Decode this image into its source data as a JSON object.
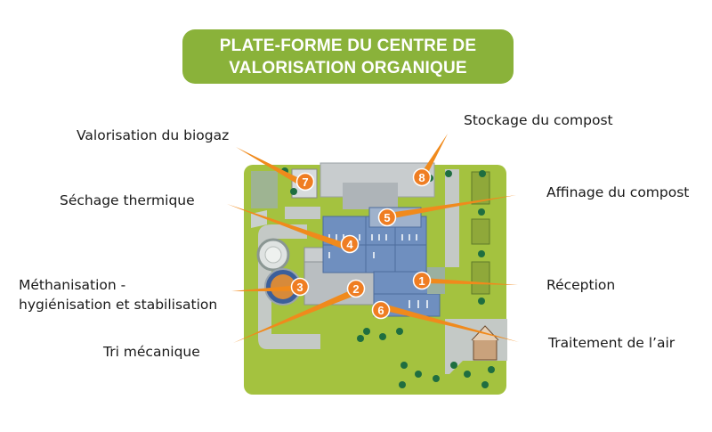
{
  "title": {
    "line1": "PLATE-FORME DU CENTRE DE",
    "line2": "VALORISATION ORGANIQUE"
  },
  "labels": {
    "biogaz": "Valorisation du biogaz",
    "stockage": "Stockage du compost",
    "sechage": "Séchage thermique",
    "affinage": "Affinage du compost",
    "methanisation_1": "Méthanisation -",
    "methanisation_2": "hygiénisation et stabilisation",
    "reception": "Réception",
    "tri": "Tri mécanique",
    "traitement": "Traitement de l’air"
  },
  "markers": [
    "1",
    "2",
    "3",
    "4",
    "5",
    "6",
    "7",
    "8"
  ],
  "colors": {
    "title_bg": "#8ab23a",
    "ground": "#a4c23f",
    "pointer": "#f08a1c",
    "marker": "#ef7d22",
    "building": "#6f8fbf"
  }
}
